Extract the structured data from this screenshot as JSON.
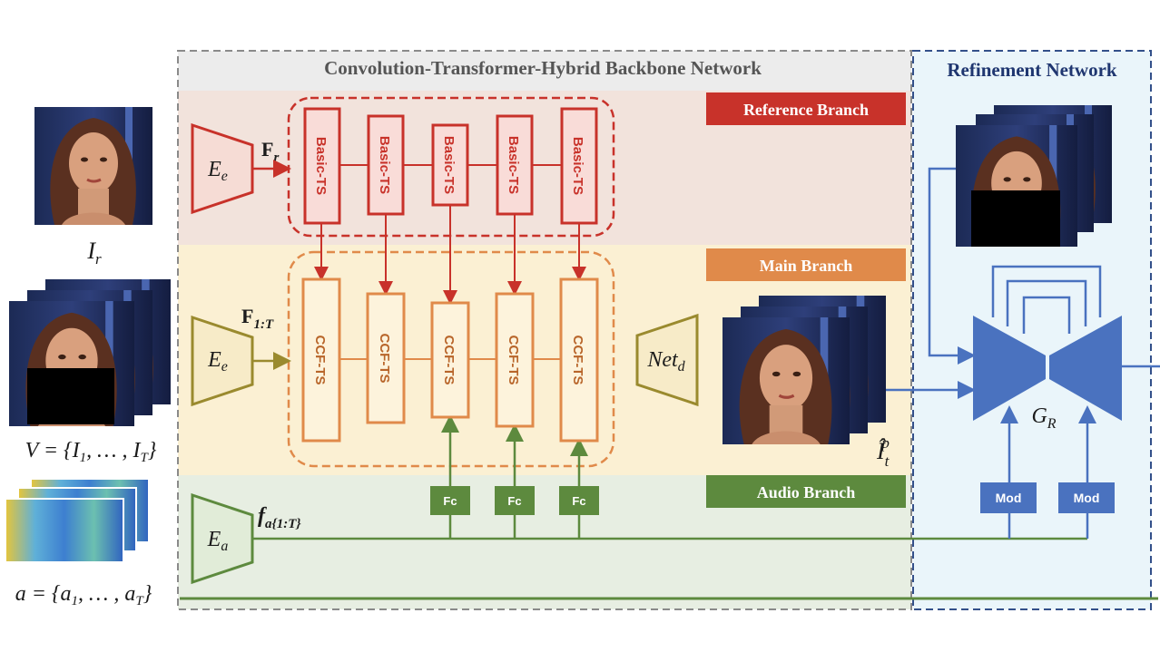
{
  "backbone": {
    "title": "Convolution-Transformer-Hybrid Backbone Network"
  },
  "refinement": {
    "title": "Refinement Network"
  },
  "branches": {
    "reference": {
      "label": "Reference Branch",
      "color": "#c8322a"
    },
    "main": {
      "label": "Main Branch",
      "color": "#e08a4a"
    },
    "audio": {
      "label": "Audio Branch",
      "color": "#5d8a3e"
    }
  },
  "encoders": {
    "ref": {
      "label": "E",
      "sub": "e"
    },
    "main": {
      "label": "E",
      "sub": "e"
    },
    "audio": {
      "label": "E",
      "sub": "a"
    },
    "decoder": {
      "label": "Net",
      "sub": "d"
    }
  },
  "features": {
    "fr": {
      "label": "F",
      "sub": "r"
    },
    "f1t": {
      "label": "F",
      "sub": "1:T"
    },
    "fa": {
      "label": "f",
      "sub": "a{1:T}"
    }
  },
  "blocks": {
    "basic": [
      "Basic-TS",
      "Basic-TS",
      "Basic-TS",
      "Basic-TS",
      "Basic-TS"
    ],
    "ccf": [
      "CCF-TS",
      "CCF-TS",
      "CCF-TS",
      "CCF-TS",
      "CCF-TS"
    ],
    "fc": [
      "Fc",
      "Fc",
      "Fc"
    ],
    "mod": [
      "Mod",
      "Mod"
    ]
  },
  "inputs": {
    "ref_label": {
      "main": "I",
      "sub": "r"
    },
    "video_label": {
      "pre": "V = {I",
      "sub1": "1",
      "mid": ", … , I",
      "sub2": "T",
      "post": "}"
    },
    "audio_label": {
      "pre": "a = {a",
      "sub1": "1",
      "mid": ", … , a",
      "sub2": "T",
      "post": "}"
    }
  },
  "outputs": {
    "pred_label": {
      "main": "Î",
      "sub": "t",
      "sup": "p"
    },
    "gen_label": {
      "main": "G",
      "sub": "R"
    }
  },
  "colors": {
    "ref_bg": "#f2e3dc",
    "main_bg": "#fbf0d3",
    "audio_bg": "#e7eee2",
    "refine_bg": "#eaf5fa",
    "gen": "#4a72bf",
    "mod": "#4a72bf",
    "fc": "#5d8a3e"
  }
}
